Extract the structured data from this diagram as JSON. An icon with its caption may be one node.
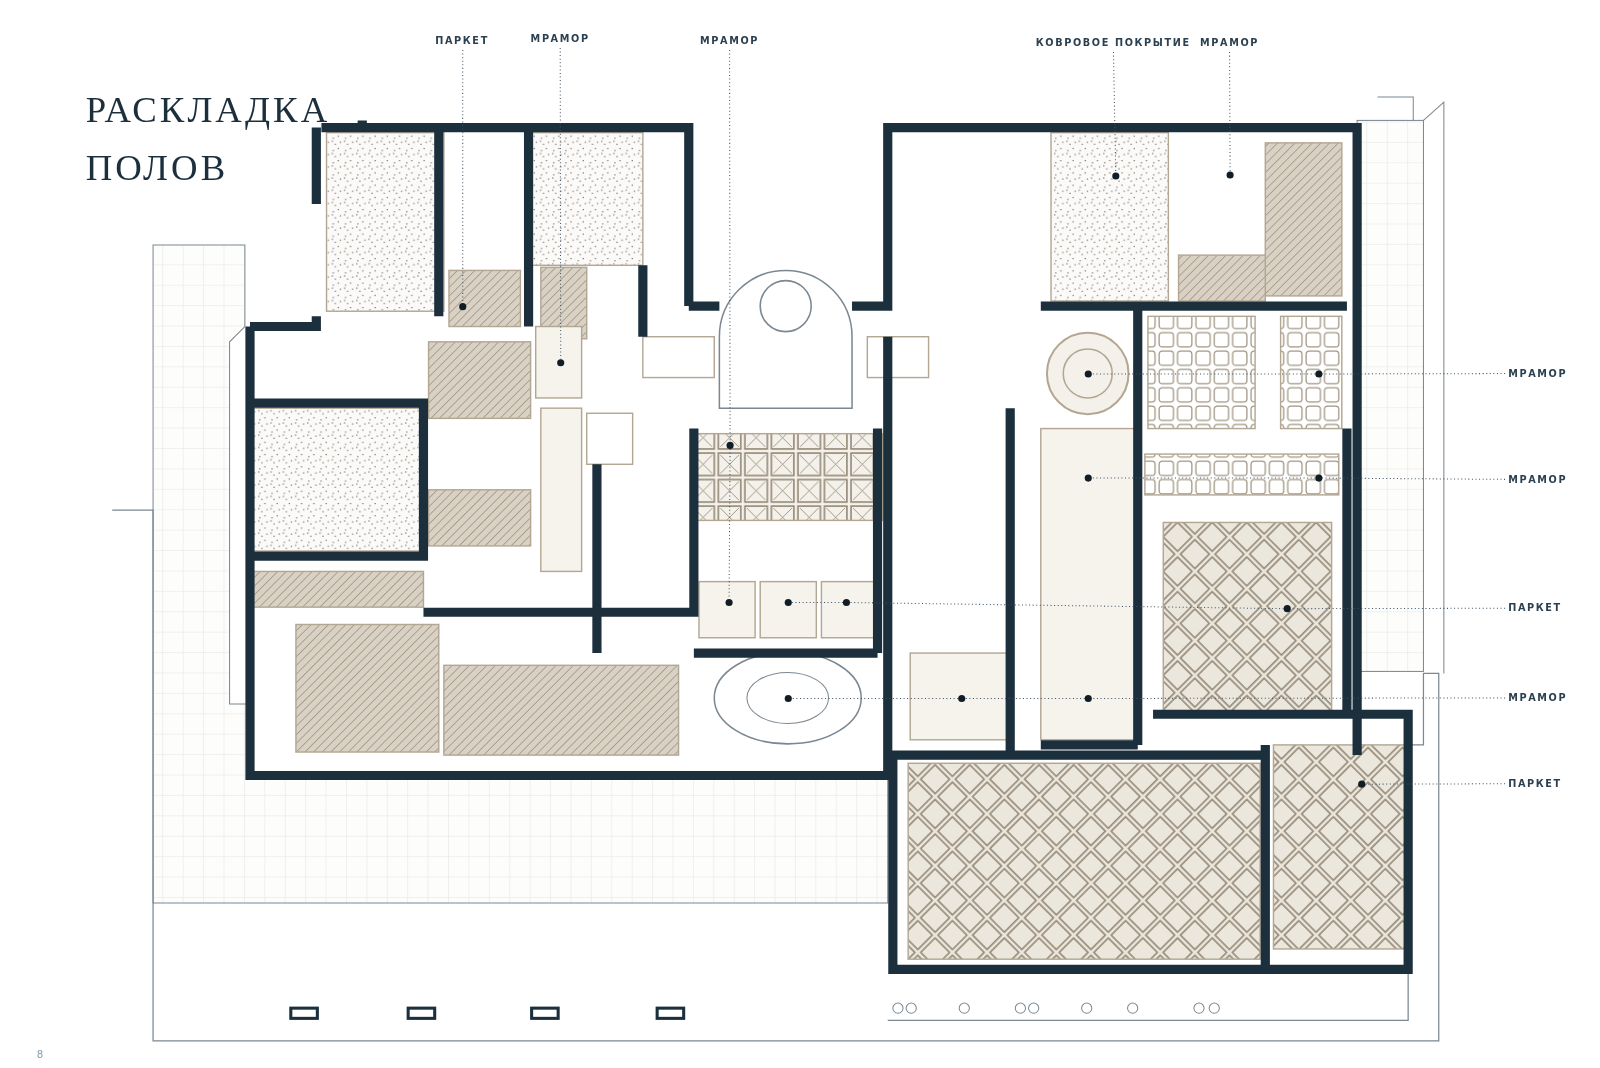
{
  "diagram": {
    "title": "РАСКЛАДКА ПОЛОВ",
    "nodes": [
      {
        "text": [
          "ПАРКЕТ"
        ]
      },
      {
        "text": [
          "МРАМОР"
        ]
      },
      {
        "text": [
          "МРАМОР"
        ]
      },
      {
        "text": [
          "КОВРОВОЕ ПОКРЫТИЕ"
        ]
      },
      {
        "text": [
          "МРАМОР"
        ]
      },
      {
        "text": [
          "МРАМОР"
        ]
      },
      {
        "text": [
          "МРАМОР"
        ]
      },
      {
        "text": [
          "ПАРКЕТ"
        ]
      },
      {
        "text": [
          "МРАМОР"
        ]
      },
      {
        "text": [
          "ПАРКЕТ"
        ]
      },
      {
        "text": [],
        "shape": "circle"
      },
      {
        "text": [],
        "shape": "circle"
      },
      {
        "text": [],
        "shape": "circle"
      },
      {
        "text": [],
        "shape": "circle"
      },
      {
        "text": [],
        "shape": "circle"
      },
      {
        "text": [],
        "shape": "circle"
      },
      {
        "text": [],
        "shape": "circle"
      },
      {
        "text": [],
        "shape": "circle"
      },
      {
        "text": [],
        "shape": "circle"
      },
      {
        "text": [],
        "shape": "circle"
      },
      {
        "text": [],
        "shape": "circle"
      },
      {
        "text": [],
        "shape": "circle"
      },
      {
        "text": [],
        "shape": "circle"
      },
      {
        "text": [],
        "shape": "circle"
      },
      {
        "text": [],
        "shape": "circle"
      },
      {
        "text": [],
        "shape": "circle"
      },
      {
        "text": [],
        "shape": "circle"
      }
    ],
    "edges": [
      {
        "from": 0,
        "to": 10,
        "arrow": "none"
      },
      {
        "from": 1,
        "to": 11,
        "arrow": "none"
      },
      {
        "from": 2,
        "to": 12,
        "arrow": "none"
      },
      {
        "from": 12,
        "to": 13,
        "arrow": "none"
      },
      {
        "from": 3,
        "to": 14,
        "arrow": "none"
      },
      {
        "from": 4,
        "to": 15,
        "arrow": "none"
      },
      {
        "from": 5,
        "to": 17,
        "arrow": "none"
      },
      {
        "from": 17,
        "to": 16,
        "arrow": "none"
      },
      {
        "from": 6,
        "to": 19,
        "arrow": "none"
      },
      {
        "from": 19,
        "to": 18,
        "arrow": "none"
      },
      {
        "from": 7,
        "to": 22,
        "arrow": "none"
      },
      {
        "from": 22,
        "to": 21,
        "arrow": "none"
      },
      {
        "from": 21,
        "to": 20,
        "arrow": "none"
      },
      {
        "from": 8,
        "to": 25,
        "arrow": "none"
      },
      {
        "from": 25,
        "to": 24,
        "arrow": "none"
      },
      {
        "from": 24,
        "to": 23,
        "arrow": "none"
      },
      {
        "from": 9,
        "to": 26,
        "arrow": "none"
      }
    ],
    "labels": [
      "8"
    ]
  }
}
